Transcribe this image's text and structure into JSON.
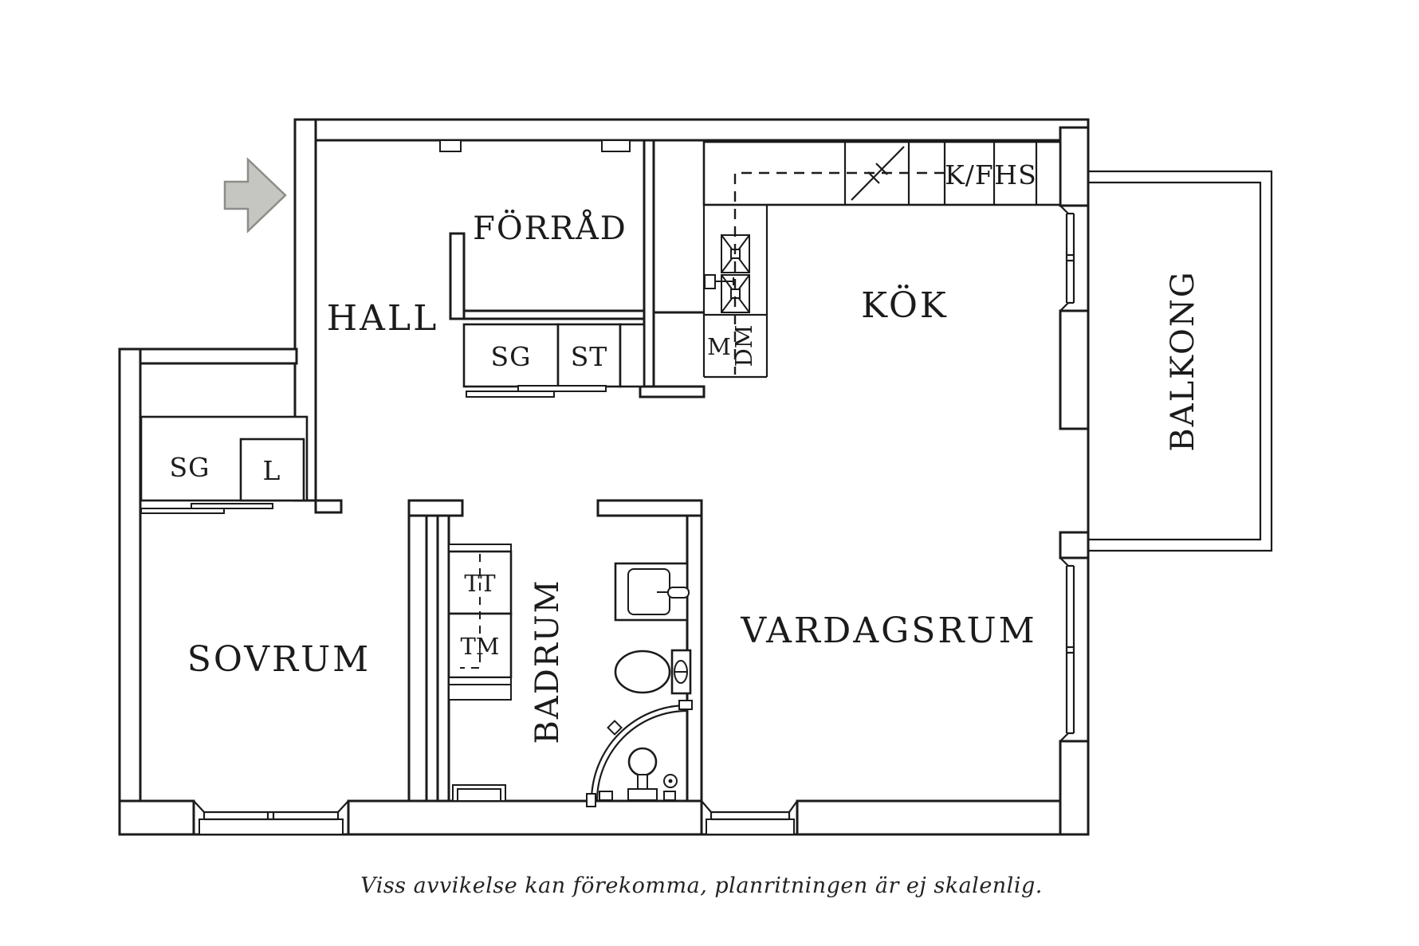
{
  "palette": {
    "background": "#ffffff",
    "line_color": "#1b1b1b",
    "arrow_fill": "#c5c5c1",
    "arrow_stroke": "#8c8c89"
  },
  "rooms": {
    "hall": "HALL",
    "forrad": "FÖRRÅD",
    "kok": "KÖK",
    "vardagsrum": "VARDAGSRUM",
    "sovrum": "SOVRUM",
    "badrum": "BADRUM",
    "balkong": "BALKONG"
  },
  "fixtures": {
    "hall_wardrobe": "SG",
    "hall_cleaning_closet": "ST",
    "bedroom_wardrobe": "SG",
    "bedroom_linen_closet": "L",
    "fridge_freezer": "K/F",
    "tall_cabinet": "HS",
    "microwave": "M",
    "dishwasher": "DM",
    "tumble_dryer": "TT",
    "washing_machine": "TM"
  },
  "caption": "Viss avvikelse kan förekomma, planritningen är ej skalenlig."
}
